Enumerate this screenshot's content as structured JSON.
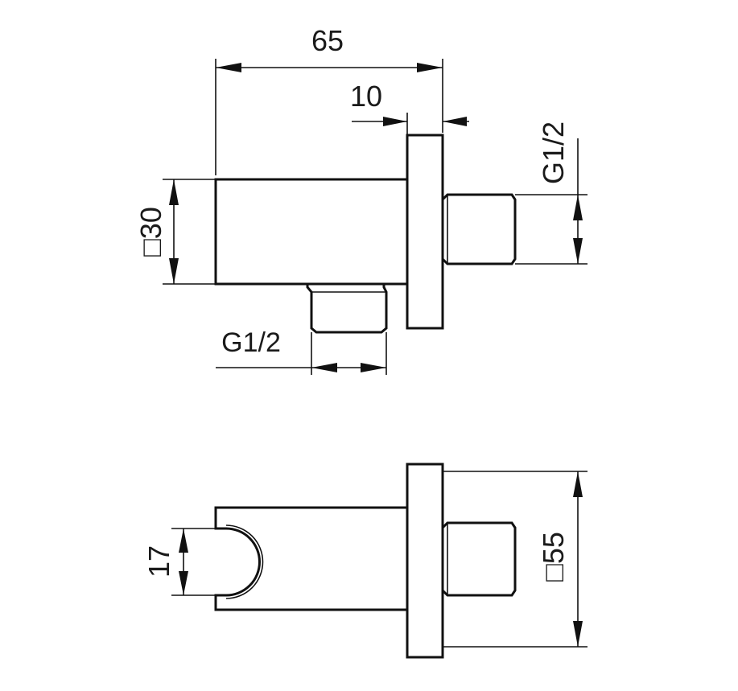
{
  "top_view": {
    "length_dim": "65",
    "flange_dim": "10",
    "body_square_dim": "□30",
    "outlet_thread": "G1/2",
    "inlet_thread": "G1/2"
  },
  "bottom_view": {
    "holder_opening_dim": "17",
    "flange_square_dim": "□55"
  }
}
